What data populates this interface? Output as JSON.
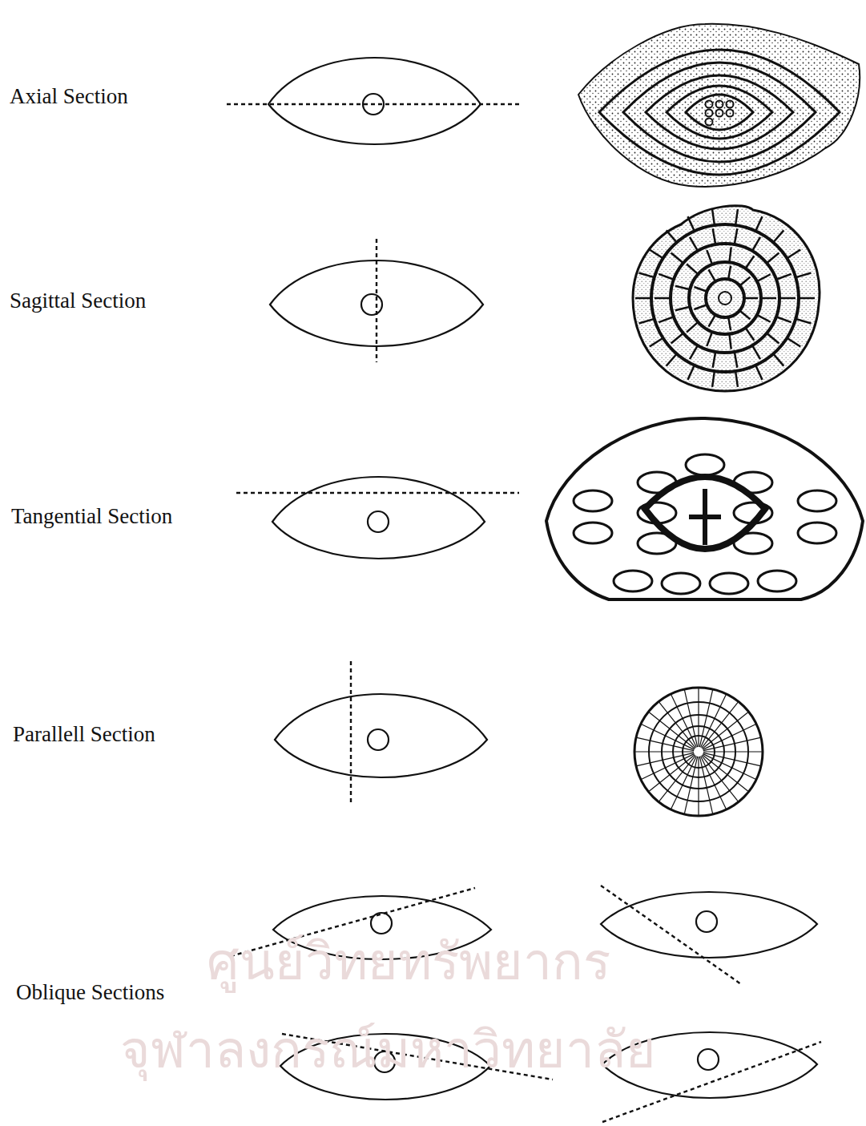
{
  "diagram": {
    "labels": [
      "Axial Section",
      "Sagittal Section",
      "Tangential Section",
      "Parallell Section",
      "Oblique Sections",
      "ศูนย์วิทยทรัพยากร",
      "จุฬาลงกรณ์มหาวิทยาลัย"
    ]
  }
}
